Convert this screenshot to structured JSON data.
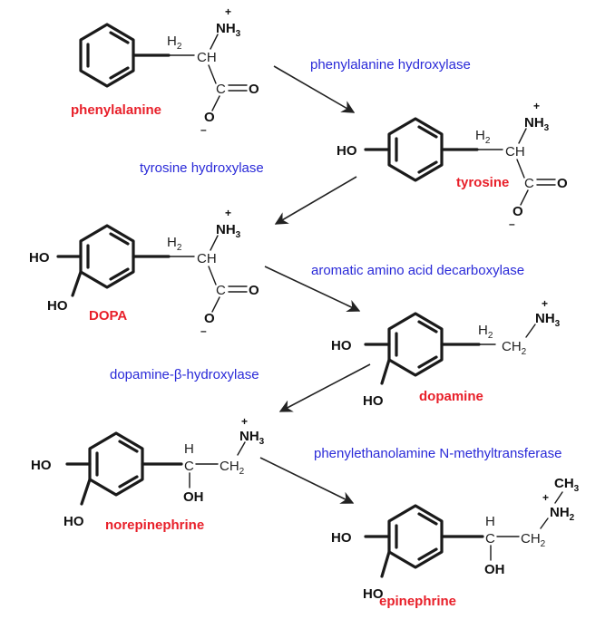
{
  "colors": {
    "compound_label": "#e8202a",
    "enzyme_label": "#2a2ad8",
    "bond": "#1a1a1a"
  },
  "compounds": {
    "phenylalanine": "phenylalanine",
    "tyrosine": "tyrosine",
    "dopa": "DOPA",
    "dopamine": "dopamine",
    "norepinephrine": "norepinephrine",
    "epinephrine": "epinephrine"
  },
  "enzymes": {
    "phenylalanine_hydroxylase": "phenylalanine hydroxylase",
    "tyrosine_hydroxylase": "tyrosine hydroxylase",
    "aromatic_decarboxylase": "aromatic amino acid decarboxylase",
    "dbh": "dopamine-β-hydroxylase",
    "pnmt": "phenylethanolamine N-methyltransferase"
  },
  "atoms": {
    "ho": "HO",
    "oh": "OH",
    "nh": "NH",
    "ch": "CH",
    "c": "C",
    "o": "O",
    "h": "H",
    "ch3": "CH",
    "sub_2": "2",
    "sub_3": "3",
    "plus": "+",
    "minus": "–"
  }
}
